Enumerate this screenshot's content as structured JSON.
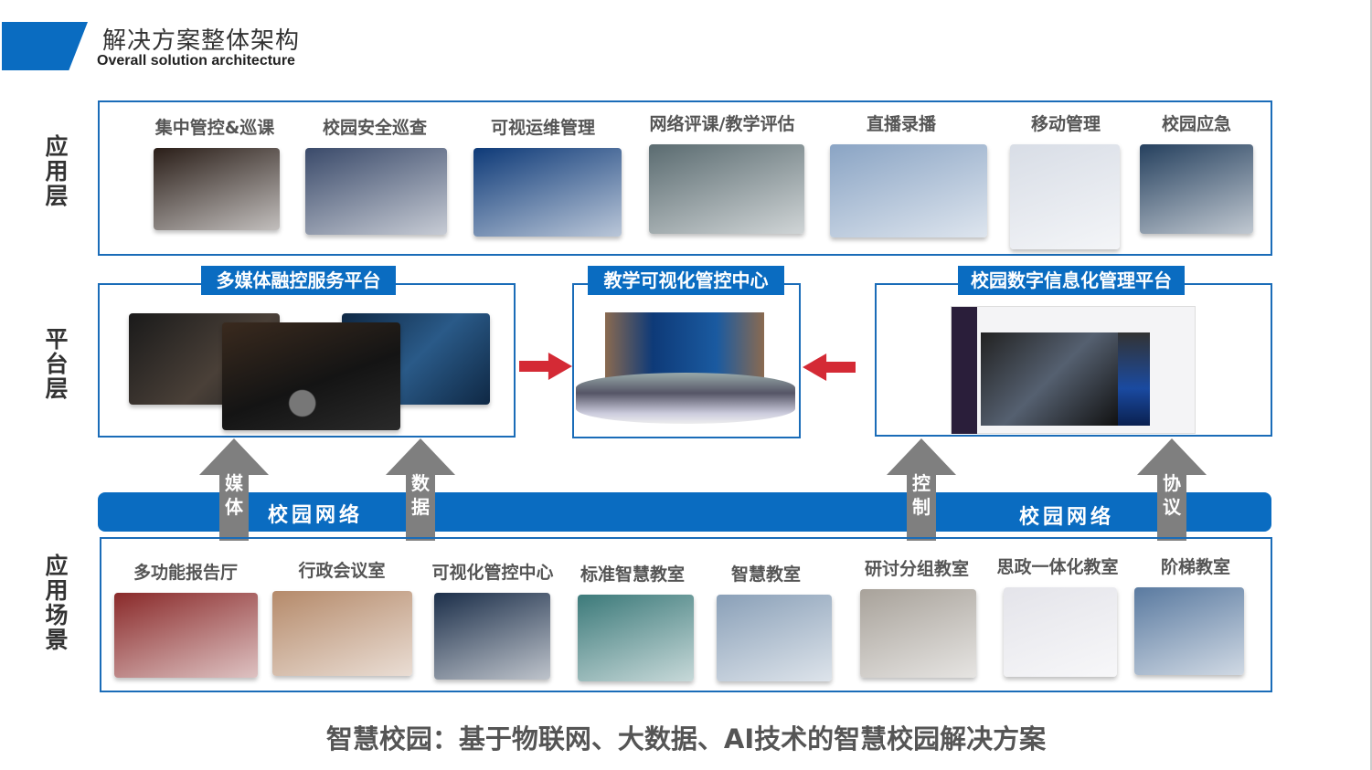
{
  "header": {
    "title": "解决方案整体架构",
    "subtitle": "Overall solution architecture"
  },
  "layers": {
    "app": "应用层",
    "platform": "平台层",
    "scene": "应用场景"
  },
  "applications": [
    {
      "label": "集中管控&巡课",
      "color": "#2a1e18"
    },
    {
      "label": "校园安全巡查",
      "color": "#3a4a6a"
    },
    {
      "label": "可视运维管理",
      "color": "#0e3a78"
    },
    {
      "label": "网络评课/教学评估",
      "color": "#5a6b70"
    },
    {
      "label": "直播录播",
      "color": "#8aa4c4"
    },
    {
      "label": "移动管理",
      "color": "#d8dde6"
    },
    {
      "label": "校园应急",
      "color": "#25405e"
    }
  ],
  "platforms": [
    {
      "label": "多媒体融控服务平台"
    },
    {
      "label": "教学可视化管控中心"
    },
    {
      "label": "校园数字信息化管理平台"
    }
  ],
  "network": {
    "label": "校园网络",
    "arrows": [
      "媒体",
      "数据",
      "控制",
      "协议"
    ]
  },
  "scenes": [
    {
      "label": "多功能报告厅",
      "color": "#8a2a2a"
    },
    {
      "label": "行政会议室",
      "color": "#b58a6a"
    },
    {
      "label": "可视化管控中心",
      "color": "#1c2f4a"
    },
    {
      "label": "标准智慧教室",
      "color": "#3c7a7a"
    },
    {
      "label": "智慧教室",
      "color": "#8aa0b8"
    },
    {
      "label": "研讨分组教室",
      "color": "#a8a29a"
    },
    {
      "label": "思政一体化教室",
      "color": "#e4e4ea"
    },
    {
      "label": "阶梯教室",
      "color": "#5a7aa0"
    }
  ],
  "footer": "智慧校园：基于物联网、大数据、AI技术的智慧校园解决方案"
}
